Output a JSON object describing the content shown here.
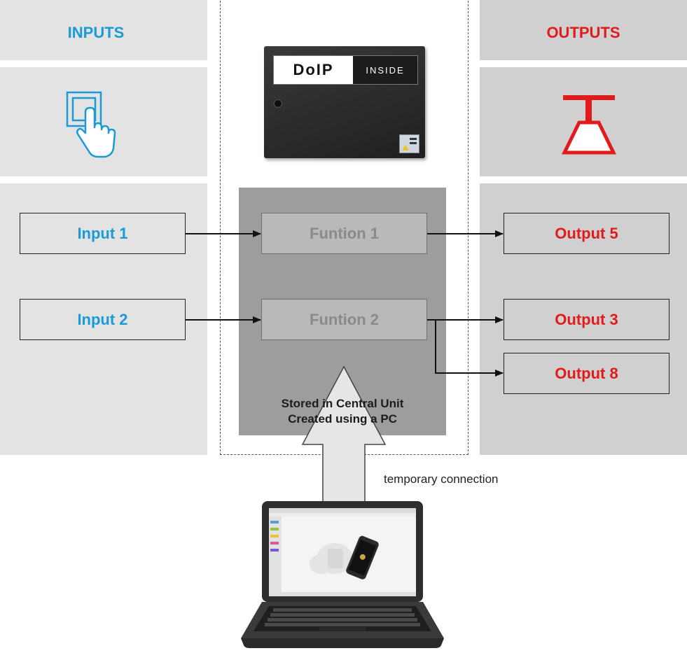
{
  "inputs": {
    "header": "INPUTS",
    "items": [
      {
        "label": "Input 1"
      },
      {
        "label": "Input 2"
      }
    ]
  },
  "outputs": {
    "header": "OUTPUTS",
    "items": [
      {
        "label": "Output 5"
      },
      {
        "label": "Output 3"
      },
      {
        "label": "Output 8"
      }
    ]
  },
  "device": {
    "brand_left": "DoIP",
    "brand_right": "INSIDE"
  },
  "functions": [
    {
      "label": "Funtion 1"
    },
    {
      "label": "Funtion 2"
    }
  ],
  "central": {
    "caption_line1": "Stored in Central Unit",
    "caption_line2": "Created using a PC"
  },
  "connection_note": "temporary connection",
  "colors": {
    "inputs": "#1a9ad6",
    "outputs": "#e11b1b",
    "central_unit": "#9d9d9d"
  }
}
